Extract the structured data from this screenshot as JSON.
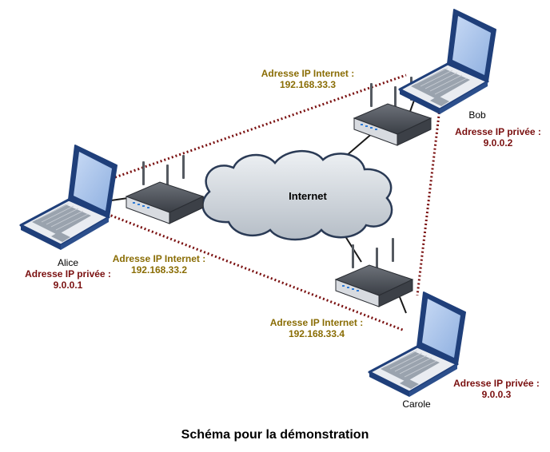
{
  "caption": "Schéma pour la démonstration",
  "cloud_label": "Internet",
  "hosts": {
    "alice": {
      "name": "Alice",
      "private_ip_label": "Adresse IP privée :",
      "private_ip": "9.0.0.1",
      "public_ip_label": "Adresse IP Internet :",
      "public_ip": "192.168.33.2"
    },
    "bob": {
      "name": "Bob",
      "private_ip_label": "Adresse IP privée :",
      "private_ip": "9.0.0.2",
      "public_ip_label": "Adresse IP Internet :",
      "public_ip": "192.168.33.3"
    },
    "carole": {
      "name": "Carole",
      "private_ip_label": "Adresse IP privée :",
      "private_ip": "9.0.0.3",
      "public_ip_label": "Adresse IP Internet :",
      "public_ip": "192.168.33.4"
    }
  },
  "colors": {
    "public_ip_text": "#8a6d05",
    "private_ip_text": "#7a1010",
    "p2p_link": "#7a1010",
    "laptop_body": "#1f3f7a",
    "laptop_screen": "#a9c4ec",
    "cloud_fill": "#c7ced6"
  }
}
